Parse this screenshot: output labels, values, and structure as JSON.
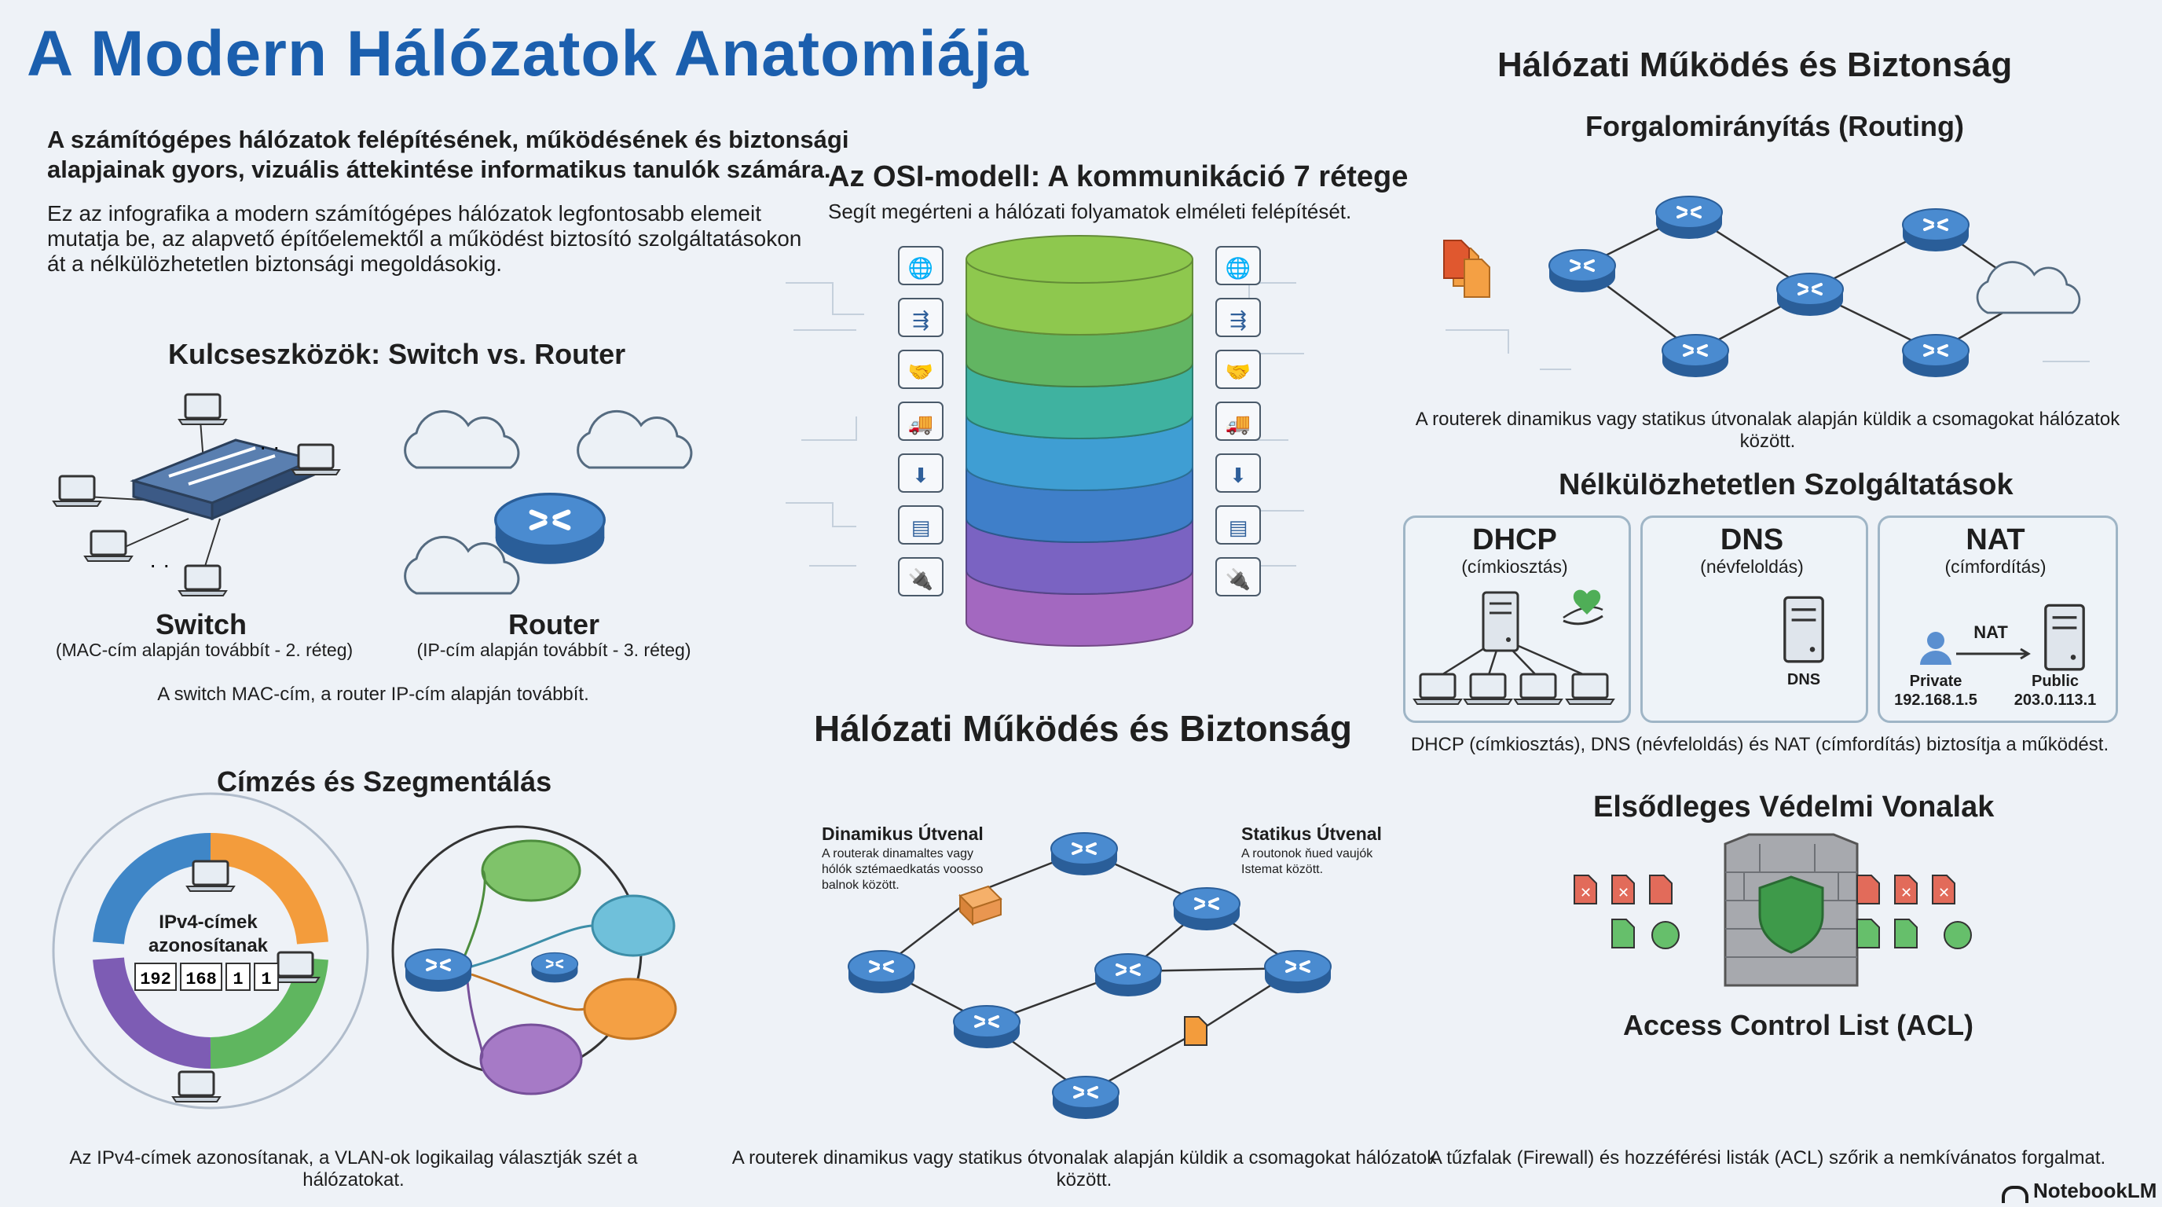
{
  "header": {
    "title": "A Modern Hálózatok Anatomiája",
    "subtitle_line1": "A számítógépes hálózatok felépítésének, működésének és biztonsági",
    "subtitle_line2": "alapjainak gyors, vizuális áttekintése informatikus tanulók számára.",
    "intro_line1": "Ez az infografika a modern számítógépes hálózatok legfontosabb elemeit",
    "intro_line2": "mutatja be, az alapvető építőelemektől a működést biztosító szolgáltatásokon",
    "intro_line3": "át a nélkülözhetetlen biztonsági megoldásokig."
  },
  "devices": {
    "title": "Kulcseszközök: Switch vs. Router",
    "switch_label": "Switch",
    "switch_desc": "(MAC-cím alapján továbbít - 2. réteg)",
    "router_label": "Router",
    "router_desc": "(IP-cím alapján továbbít - 3. réteg)",
    "caption": "A switch MAC-cím, a router IP-cím alapján továbbít."
  },
  "addressing": {
    "title": "Címzés és Szegmentálás",
    "ring_label_line1": "IPv4-címek",
    "ring_label_line2": "azonosítanak",
    "ip_octets": [
      "192",
      "168",
      "1",
      "1"
    ],
    "caption": "Az IPv4-címek azonosítanak, a VLAN-ok logikailag választják szét a hálózatokat."
  },
  "osi": {
    "title": "Az OSI-modell: A kommunikáció 7 rétege",
    "subtitle": "Segít megérteni a hálózati folyamatok elméleti felépítését.",
    "layer_colors": [
      "#8ec84e",
      "#62b562",
      "#3fb2a0",
      "#3f9ed3",
      "#3f7fc9",
      "#7a63c2",
      "#a368c0"
    ],
    "icons_left": [
      "browser-globe-icon",
      "data-flow-icon",
      "handshake-icon",
      "truck-icon",
      "network-packet-icon",
      "frames-icon",
      "cable-plug-icon"
    ],
    "icons_right": [
      "browser-globe-icon",
      "data-flow-icon",
      "handshake-icon",
      "truck-icon",
      "network-packet-icon",
      "frames-icon",
      "cable-plug-icon"
    ]
  },
  "middle_ops": {
    "title": "Hálózati Működés és Biztonság",
    "dynamic_title": "Dinamikus Útvenal",
    "dynamic_text_line1": "A routerak dinamaltes vagy",
    "dynamic_text_line2": "hólók sztémaedkatás voosso",
    "dynamic_text_line3": "balnok között.",
    "static_title": "Statikus Útvenal",
    "static_text_line1": "A routonok ňued vaujók",
    "static_text_line2": "Istemat között.",
    "caption": "A routerek dinamikus vagy statikus ótvonalak alapján küldik a csomagokat hálózatok között."
  },
  "right_ops": {
    "title": "Hálózati Működés és Biztonság",
    "routing_title": "Forgalomirányítás (Routing)",
    "routing_caption": "A routerek dinamikus vagy statikus útvonalak alapján küldik a csomagokat hálózatok között."
  },
  "services": {
    "title": "Nélkülözhetetlen Szolgáltatások",
    "dhcp_title": "DHCP",
    "dhcp_sub": "(címkiosztás)",
    "dns_title": "DNS",
    "dns_sub": "(névfeloldás)",
    "dns_server_label": "DNS",
    "nat_title": "NAT",
    "nat_sub": "(címfordítás)",
    "nat_label": "NAT",
    "private_label": "Private",
    "private_ip": "192.168.1.5",
    "public_label": "Public",
    "public_ip": "203.0.113.1",
    "caption": "DHCP (címkiosztás), DNS (névfeloldás) és NAT (címfordítás) biztosítja a működést."
  },
  "defense": {
    "title": "Elsődleges Védelmi Vonalak",
    "acl_label": "Access Control List (ACL)",
    "caption": "A tűzfalak (Firewall) és hozzéférési listák (ACL) szőrik a nemkívánatos forgalmat."
  },
  "footer": {
    "brand": "NotebookLM"
  },
  "colors": {
    "title_blue": "#1b5fae",
    "router_blue": "#3d7bc0",
    "deny_red": "#e05a4a",
    "allow_green": "#5cb861"
  }
}
